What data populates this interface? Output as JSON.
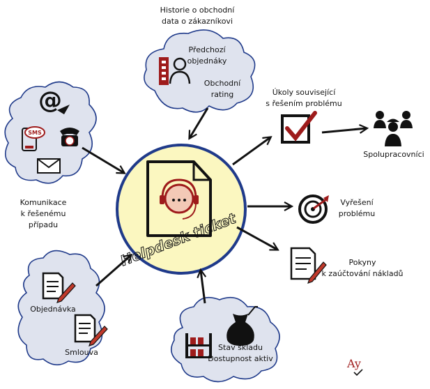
{
  "center": {
    "label": "Helpdesk ticket"
  },
  "clouds": {
    "history": {
      "title_line1": "Historie o obchodní",
      "title_line2": "data o zákazníkovi",
      "orders_line1": "Předchozí",
      "orders_line2": "objednáky",
      "rating_line1": "Obchodní",
      "rating_line2": "rating"
    },
    "communication": {
      "sms_badge": "SMS",
      "label_line1": "Komunikace",
      "label_line2": "k řešenému",
      "label_line3": "případu"
    },
    "documents": {
      "order_label": "Objednávka",
      "contract_label": "Smlouva"
    },
    "stock": {
      "label_line1": "Stav skladu",
      "label_line2": "Dostupnost aktiv"
    }
  },
  "outputs": {
    "tasks": {
      "label_line1": "Úkoly související",
      "label_line2": "s řešením problému"
    },
    "collaborators": {
      "label": "Spolupracovníci"
    },
    "solution": {
      "label_line1": "Vyřešení",
      "label_line2": "problému"
    },
    "costs": {
      "label_line1": "Pokyny",
      "label_line2": "k zaúčtování nákladů"
    }
  },
  "logo": {
    "text": "Ay"
  },
  "colors": {
    "cloud_fill": "#dfe3ee",
    "cloud_stroke": "#1f3a8a",
    "center_fill": "#fbf7c0",
    "center_stroke": "#1f3a8a",
    "accent": "#9e1b1b",
    "ink": "#111111"
  },
  "icons": [
    "at-sign-icon",
    "sms-phone-icon",
    "telephone-icon",
    "envelope-icon",
    "building-person-icon",
    "document-pen-icon",
    "warehouse-shelf-icon",
    "money-bag-icon",
    "checkbox-icon",
    "team-icon",
    "target-icon",
    "headset-document-icon"
  ]
}
